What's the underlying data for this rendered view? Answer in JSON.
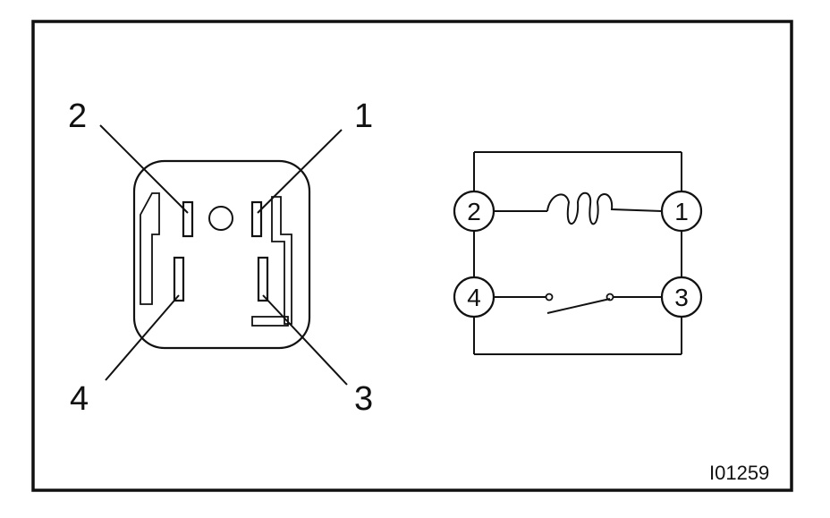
{
  "connector_view": {
    "pins": [
      {
        "number": "2"
      },
      {
        "number": "1"
      },
      {
        "number": "4"
      },
      {
        "number": "3"
      }
    ]
  },
  "schematic": {
    "nodes": [
      {
        "number": "2"
      },
      {
        "number": "1"
      },
      {
        "number": "4"
      },
      {
        "number": "3"
      }
    ],
    "coil_between": [
      "2",
      "1"
    ],
    "switch_between": [
      "4",
      "3"
    ],
    "switch_state": "open"
  },
  "figure_code": "I01259",
  "colors": {
    "ink": "#111111",
    "paper": "#ffffff"
  }
}
